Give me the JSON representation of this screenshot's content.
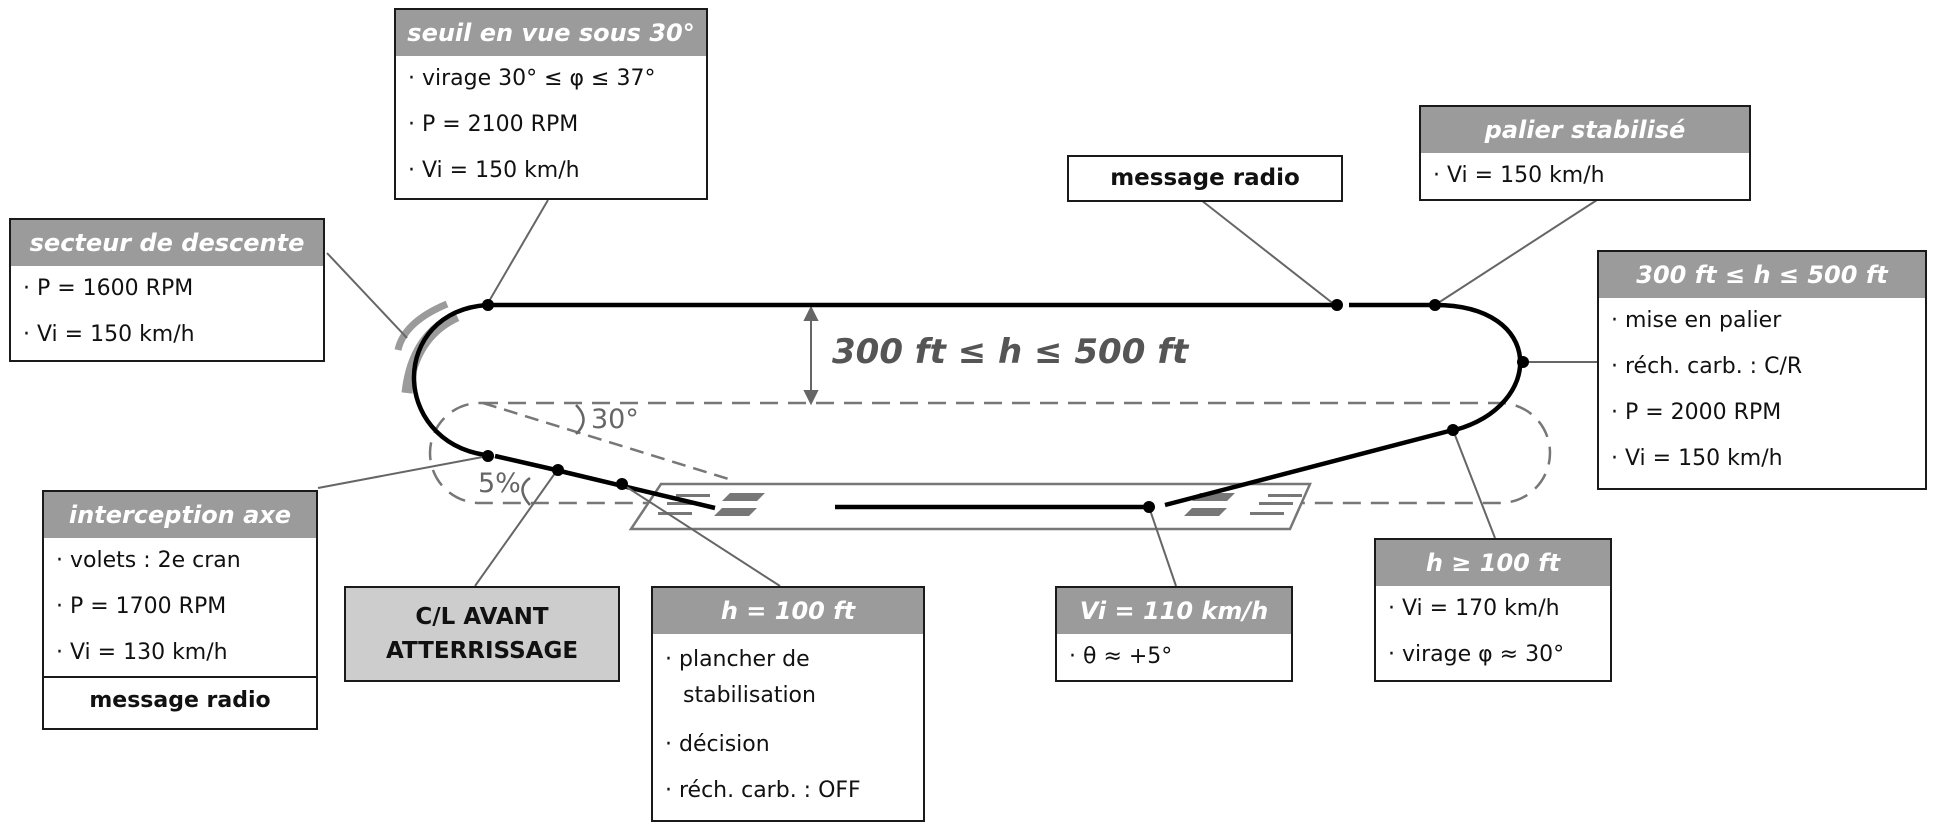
{
  "labels": {
    "altitude_range": "300 ft ≤ h ≤ 500 ft",
    "angle_30": "30°",
    "slope_5": "5%"
  },
  "boxes": {
    "seuil": {
      "title": "seuil en vue sous 30°",
      "items": [
        "· virage 30° ≤ φ ≤ 37°",
        "· P = 2100 RPM",
        "· Vi = 150 km/h"
      ]
    },
    "secteur": {
      "title": "secteur de descente",
      "items": [
        "· P = 1600 RPM",
        "· Vi = 150 km/h"
      ]
    },
    "message_radio_top": {
      "text": "message radio"
    },
    "palier": {
      "title": "palier stabilisé",
      "items": [
        "· Vi = 150 km/h"
      ]
    },
    "hauteur_range": {
      "title": "300 ft ≤ h ≤ 500 ft",
      "items": [
        "· mise en palier",
        "· réch. carb. : C/R",
        "· P = 2000 RPM",
        "· Vi = 150 km/h"
      ]
    },
    "interception": {
      "title": "interception axe",
      "items": [
        "· volets : 2e cran",
        "· P = 1700 RPM",
        "· Vi = 130 km/h"
      ],
      "footer": "message radio"
    },
    "checklist": {
      "line1": "C/L AVANT",
      "line2": "ATTERRISSAGE"
    },
    "h100": {
      "title": "h = 100 ft",
      "items": [
        "· plancher de stabilisation",
        "· décision",
        "· réch. carb. : OFF"
      ]
    },
    "vi110": {
      "title": "Vi = 110 km/h",
      "items": [
        "· θ ≈ +5°"
      ]
    },
    "h_ge_100": {
      "title": "h ≥ 100 ft",
      "items": [
        "· Vi = 170 km/h",
        "· virage φ ≈ 30°"
      ]
    }
  },
  "colors": {
    "header_gray": "#9b9b9b",
    "checklist_gray": "#cdcdcd",
    "path": "#000000",
    "dashed": "#777777"
  }
}
